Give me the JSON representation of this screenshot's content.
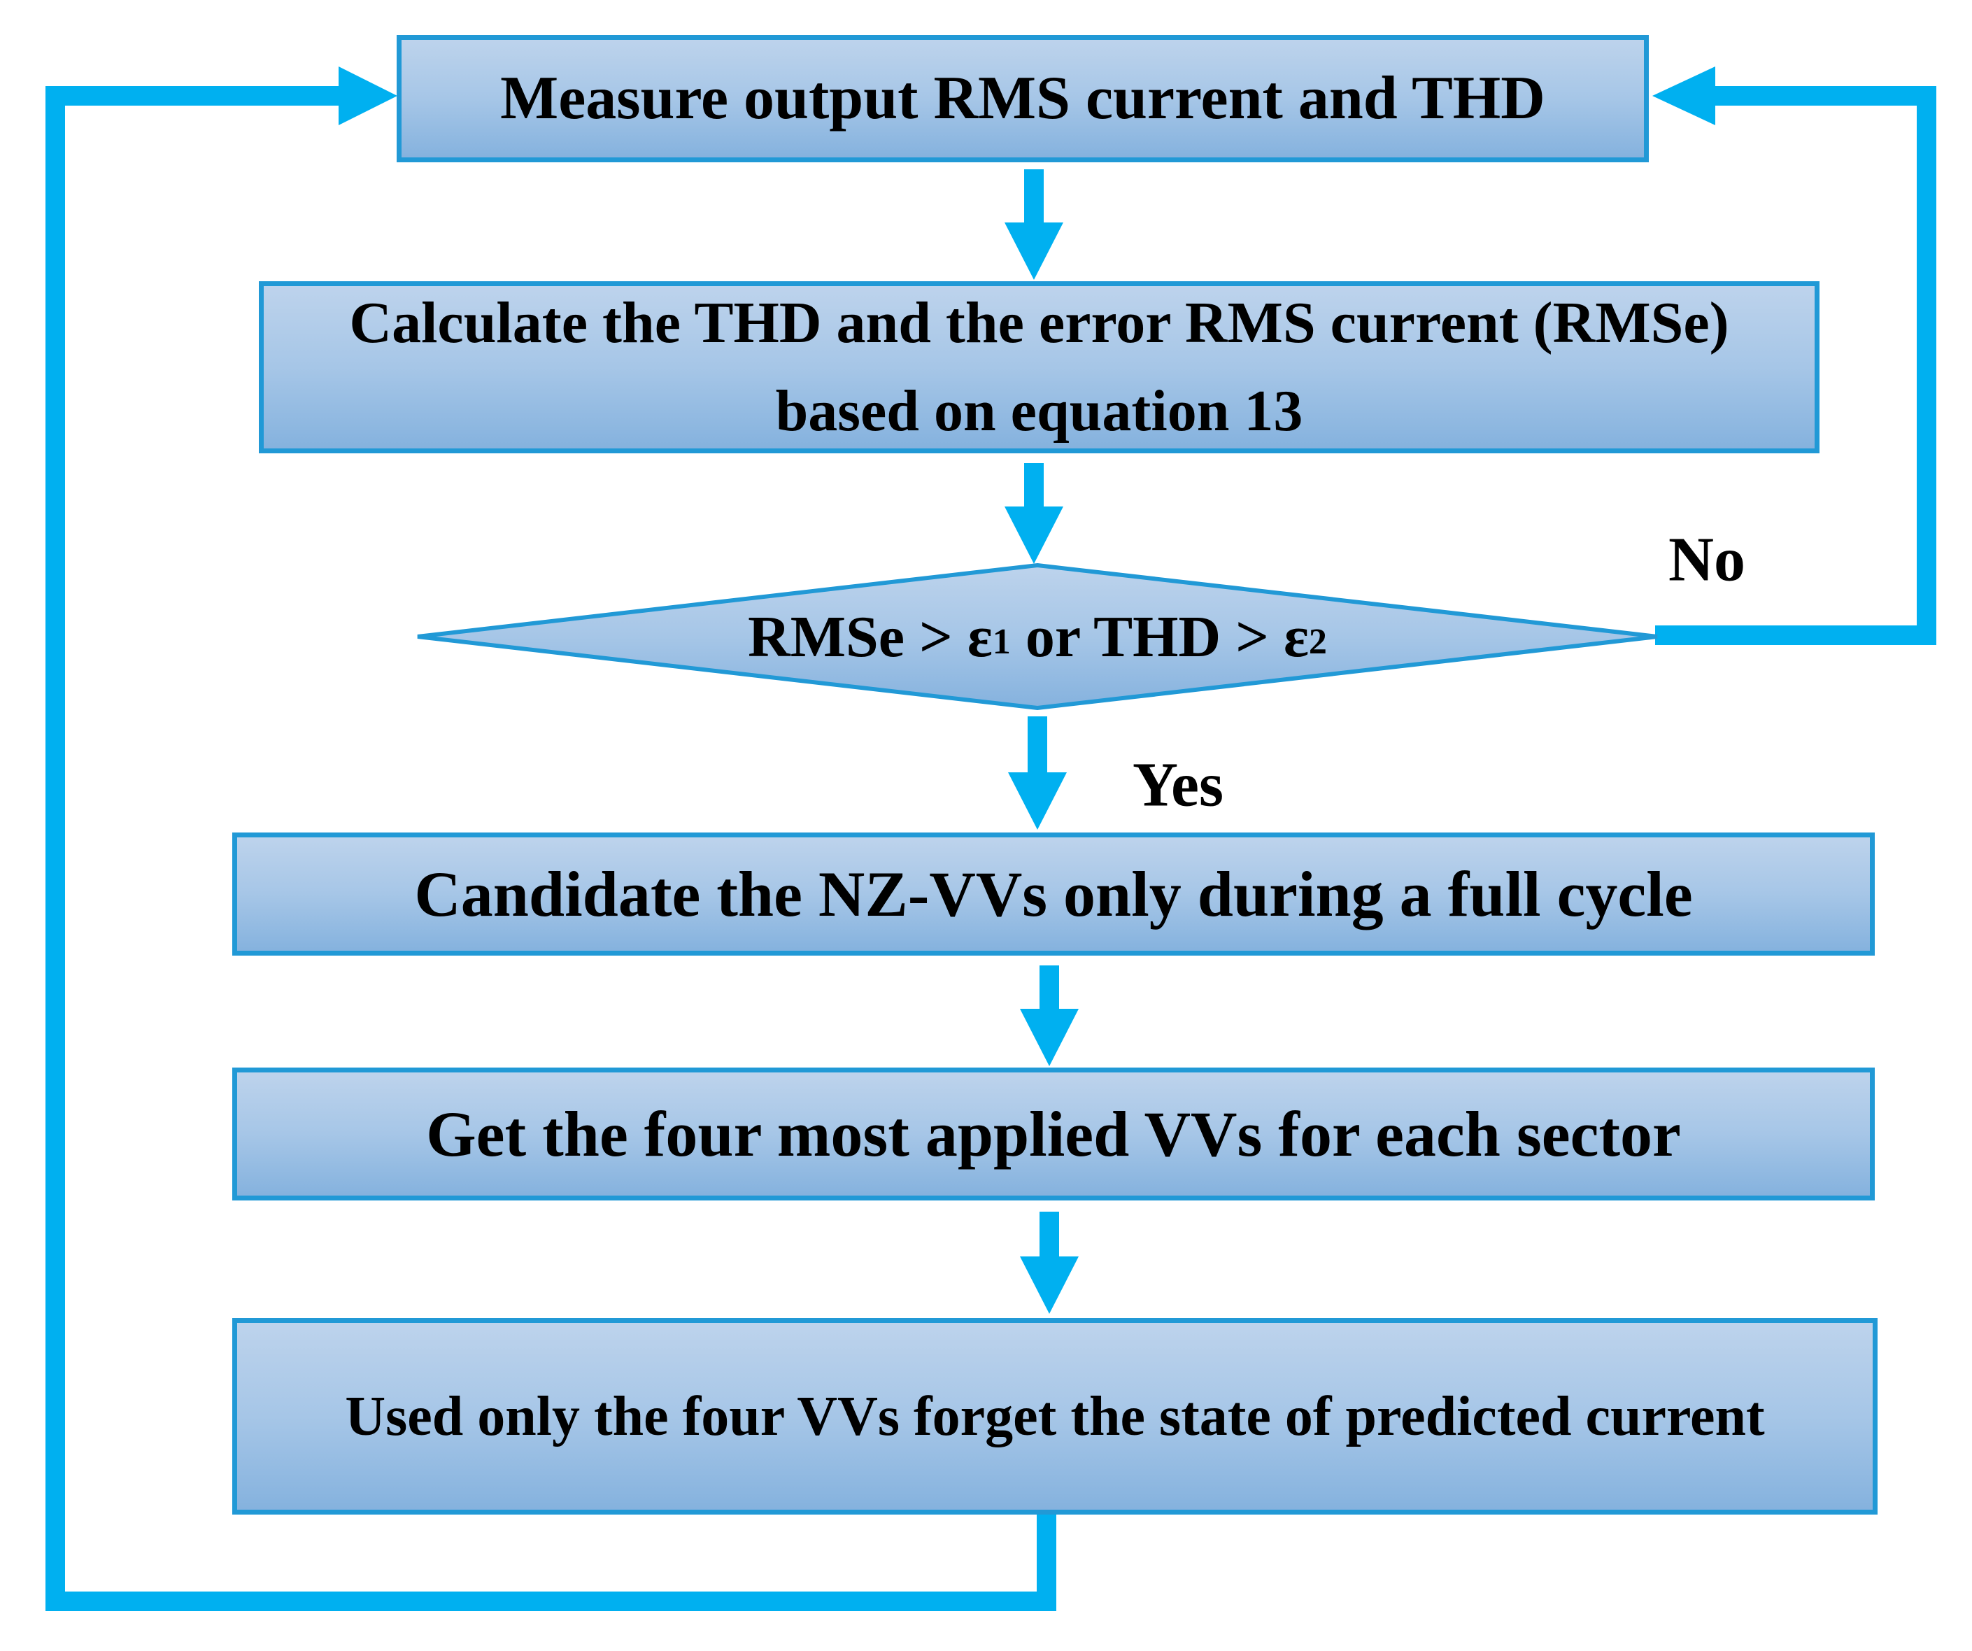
{
  "colors": {
    "arrow": "#00b0f0",
    "box_border": "#2199d6",
    "box_fill_top": "#bdd3ec",
    "box_fill_mid": "#a6c6e7",
    "box_fill_bottom": "#85b2de",
    "text": "#000000",
    "background": "#ffffff"
  },
  "flowchart": {
    "steps": {
      "measure": "Measure output RMS current and THD",
      "calculate_line1": "Calculate the THD and the error RMS current (RMSe)",
      "calculate_line2": "based on equation 13",
      "candidate": "Candidate the NZ-VVs only during a full cycle",
      "get_four": "Get the four most applied VVs for each sector",
      "use_four": "Used only the four VVs forget the state of predicted current"
    },
    "decision": {
      "prefix": "RMSe > ε",
      "sub1": "1",
      "middle": " or THD > ε",
      "sub2": "2"
    },
    "branch_labels": {
      "yes": "Yes",
      "no": "No"
    }
  }
}
